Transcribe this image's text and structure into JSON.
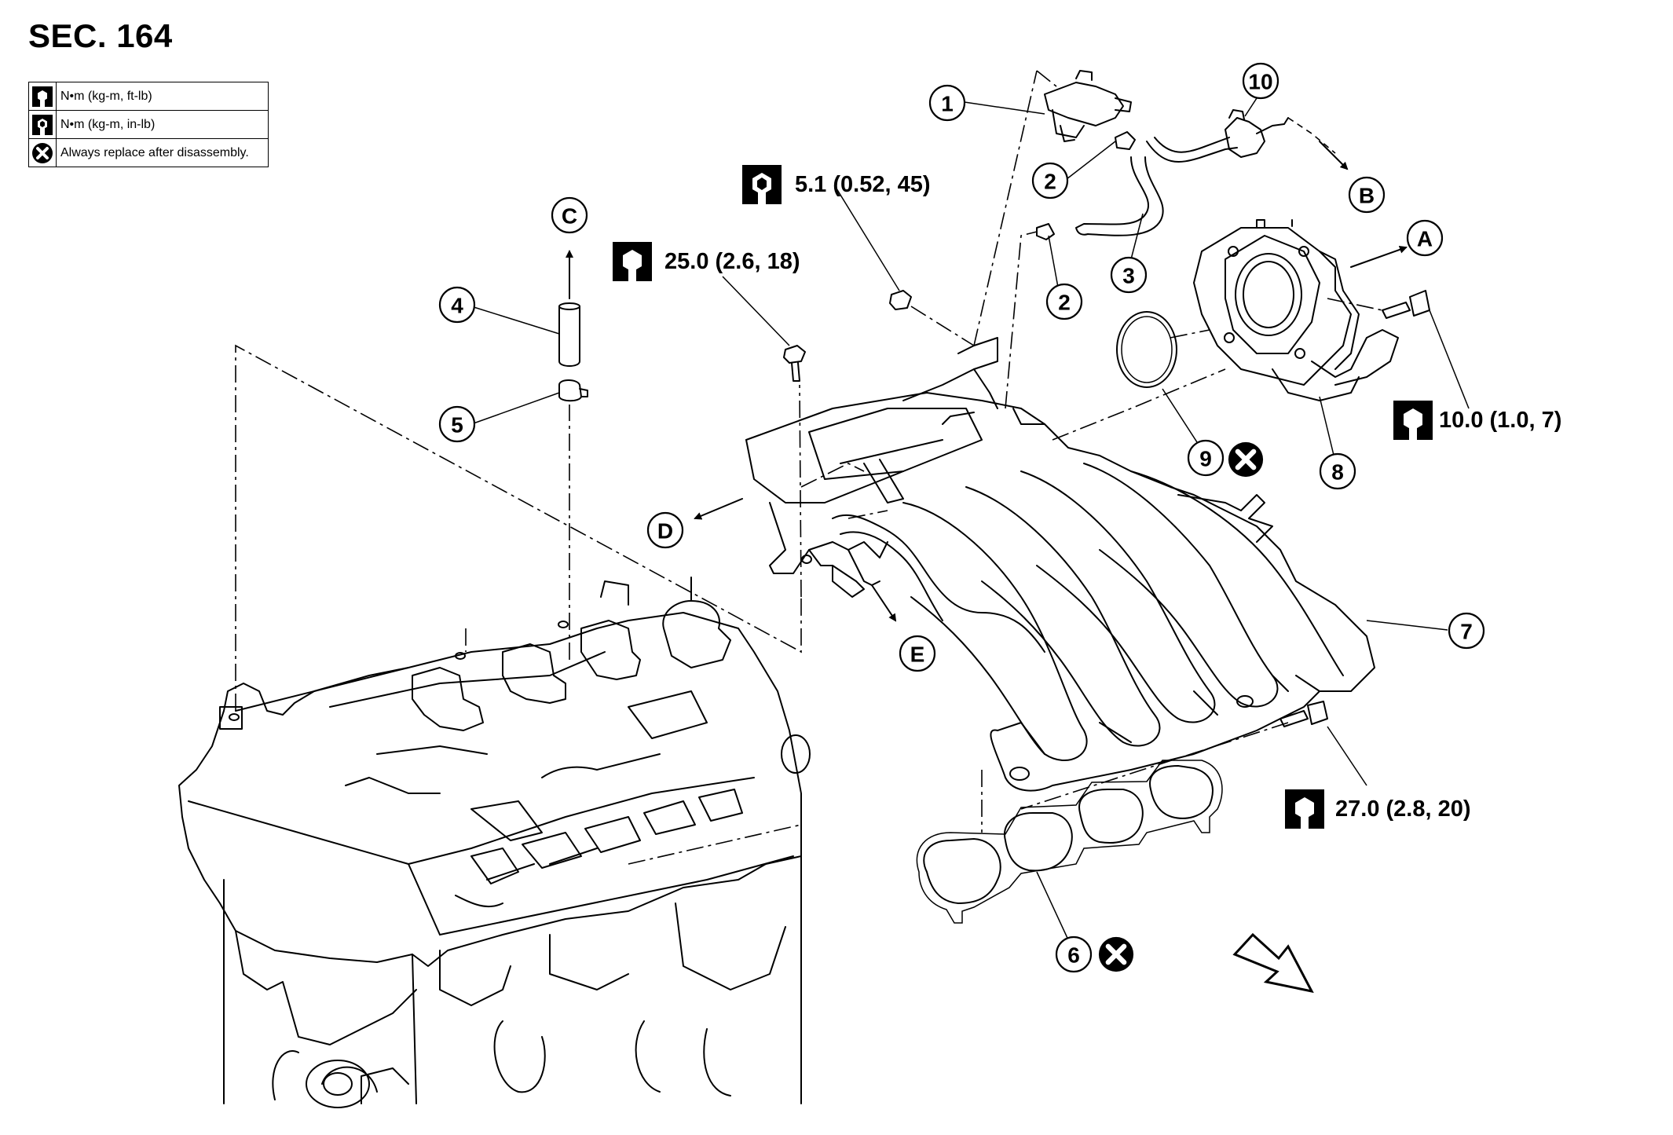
{
  "section": "SEC. 164",
  "legend": [
    {
      "icon": "torque-wrench-icon",
      "text": "N•m (kg-m, ft-lb)"
    },
    {
      "icon": "torque-wrench-small-icon",
      "text": "N•m (kg-m, in-lb)"
    },
    {
      "icon": "replace-x-icon",
      "text": "Always replace after disassembly."
    }
  ],
  "callouts": {
    "c1": "1",
    "c2a": "2",
    "c2b": "2",
    "c3": "3",
    "c4": "4",
    "c5": "5",
    "c6": "6",
    "c7": "7",
    "c8": "8",
    "c9": "9",
    "c10": "10"
  },
  "arrows": {
    "a": "A",
    "b": "B",
    "c": "C",
    "d": "D",
    "e": "E"
  },
  "torques": {
    "t1": "5.1 (0.52, 45)",
    "t2": "25.0 (2.6, 18)",
    "t3": "10.0 (1.0, 7)",
    "t4": "27.0 (2.8, 20)"
  }
}
